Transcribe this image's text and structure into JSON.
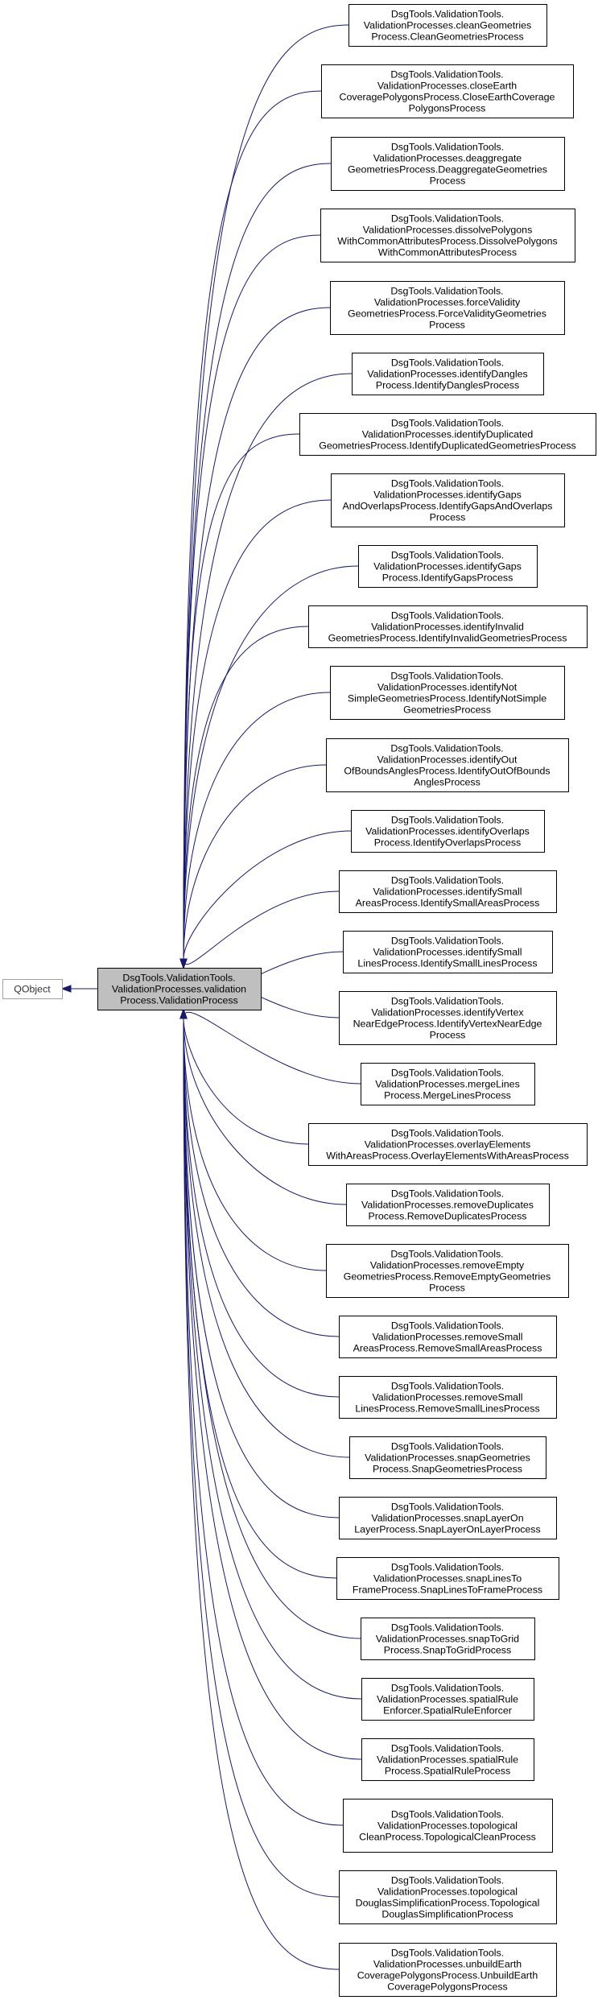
{
  "base_class": {
    "label": [
      "QObject"
    ]
  },
  "focus_class": {
    "label": [
      "DsgTools.ValidationTools.",
      "ValidationProcesses.validation",
      "Process.ValidationProcess"
    ]
  },
  "subclasses": [
    {
      "label": [
        "DsgTools.ValidationTools.",
        "ValidationProcesses.cleanGeometries",
        "Process.CleanGeometriesProcess"
      ]
    },
    {
      "label": [
        "DsgTools.ValidationTools.",
        "ValidationProcesses.closeEarth",
        "CoveragePolygonsProcess.CloseEarthCoverage",
        "PolygonsProcess"
      ]
    },
    {
      "label": [
        "DsgTools.ValidationTools.",
        "ValidationProcesses.deaggregate",
        "GeometriesProcess.DeaggregateGeometries",
        "Process"
      ]
    },
    {
      "label": [
        "DsgTools.ValidationTools.",
        "ValidationProcesses.dissolvePolygons",
        "WithCommonAttributesProcess.DissolvePolygons",
        "WithCommonAttributesProcess"
      ]
    },
    {
      "label": [
        "DsgTools.ValidationTools.",
        "ValidationProcesses.forceValidity",
        "GeometriesProcess.ForceValidityGeometries",
        "Process"
      ]
    },
    {
      "label": [
        "DsgTools.ValidationTools.",
        "ValidationProcesses.identifyDangles",
        "Process.IdentifyDanglesProcess"
      ]
    },
    {
      "label": [
        "DsgTools.ValidationTools.",
        "ValidationProcesses.identifyDuplicated",
        "GeometriesProcess.IdentifyDuplicatedGeometriesProcess"
      ]
    },
    {
      "label": [
        "DsgTools.ValidationTools.",
        "ValidationProcesses.identifyGaps",
        "AndOverlapsProcess.IdentifyGapsAndOverlaps",
        "Process"
      ]
    },
    {
      "label": [
        "DsgTools.ValidationTools.",
        "ValidationProcesses.identifyGaps",
        "Process.IdentifyGapsProcess"
      ]
    },
    {
      "label": [
        "DsgTools.ValidationTools.",
        "ValidationProcesses.identifyInvalid",
        "GeometriesProcess.IdentifyInvalidGeometriesProcess"
      ]
    },
    {
      "label": [
        "DsgTools.ValidationTools.",
        "ValidationProcesses.identifyNot",
        "SimpleGeometriesProcess.IdentifyNotSimple",
        "GeometriesProcess"
      ]
    },
    {
      "label": [
        "DsgTools.ValidationTools.",
        "ValidationProcesses.identifyOut",
        "OfBoundsAnglesProcess.IdentifyOutOfBounds",
        "AnglesProcess"
      ]
    },
    {
      "label": [
        "DsgTools.ValidationTools.",
        "ValidationProcesses.identifyOverlaps",
        "Process.IdentifyOverlapsProcess"
      ]
    },
    {
      "label": [
        "DsgTools.ValidationTools.",
        "ValidationProcesses.identifySmall",
        "AreasProcess.IdentifySmallAreasProcess"
      ]
    },
    {
      "label": [
        "DsgTools.ValidationTools.",
        "ValidationProcesses.identifySmall",
        "LinesProcess.IdentifySmallLinesProcess"
      ]
    },
    {
      "label": [
        "DsgTools.ValidationTools.",
        "ValidationProcesses.identifyVertex",
        "NearEdgeProcess.IdentifyVertexNearEdge",
        "Process"
      ]
    },
    {
      "label": [
        "DsgTools.ValidationTools.",
        "ValidationProcesses.mergeLines",
        "Process.MergeLinesProcess"
      ]
    },
    {
      "label": [
        "DsgTools.ValidationTools.",
        "ValidationProcesses.overlayElements",
        "WithAreasProcess.OverlayElementsWithAreasProcess"
      ]
    },
    {
      "label": [
        "DsgTools.ValidationTools.",
        "ValidationProcesses.removeDuplicates",
        "Process.RemoveDuplicatesProcess"
      ]
    },
    {
      "label": [
        "DsgTools.ValidationTools.",
        "ValidationProcesses.removeEmpty",
        "GeometriesProcess.RemoveEmptyGeometries",
        "Process"
      ]
    },
    {
      "label": [
        "DsgTools.ValidationTools.",
        "ValidationProcesses.removeSmall",
        "AreasProcess.RemoveSmallAreasProcess"
      ]
    },
    {
      "label": [
        "DsgTools.ValidationTools.",
        "ValidationProcesses.removeSmall",
        "LinesProcess.RemoveSmallLinesProcess"
      ]
    },
    {
      "label": [
        "DsgTools.ValidationTools.",
        "ValidationProcesses.snapGeometries",
        "Process.SnapGeometriesProcess"
      ]
    },
    {
      "label": [
        "DsgTools.ValidationTools.",
        "ValidationProcesses.snapLayerOn",
        "LayerProcess.SnapLayerOnLayerProcess"
      ]
    },
    {
      "label": [
        "DsgTools.ValidationTools.",
        "ValidationProcesses.snapLinesTo",
        "FrameProcess.SnapLinesToFrameProcess"
      ]
    },
    {
      "label": [
        "DsgTools.ValidationTools.",
        "ValidationProcesses.snapToGrid",
        "Process.SnapToGridProcess"
      ]
    },
    {
      "label": [
        "DsgTools.ValidationTools.",
        "ValidationProcesses.spatialRule",
        "Enforcer.SpatialRuleEnforcer"
      ]
    },
    {
      "label": [
        "DsgTools.ValidationTools.",
        "ValidationProcesses.spatialRule",
        "Process.SpatialRuleProcess"
      ]
    },
    {
      "label": [
        "DsgTools.ValidationTools.",
        "ValidationProcesses.topological",
        "CleanProcess.TopologicalCleanProcess"
      ]
    },
    {
      "label": [
        "DsgTools.ValidationTools.",
        "ValidationProcesses.topological",
        "DouglasSimplificationProcess.Topological",
        "DouglasSimplificationProcess"
      ]
    },
    {
      "label": [
        "DsgTools.ValidationTools.",
        "ValidationProcesses.unbuildEarth",
        "CoveragePolygonsProcess.UnbuildEarth",
        "CoveragePolygonsProcess"
      ]
    }
  ],
  "colors": {
    "edge": "#191970",
    "focus_fill": "#bfbfbf",
    "base_border": "#a0a0a0"
  }
}
